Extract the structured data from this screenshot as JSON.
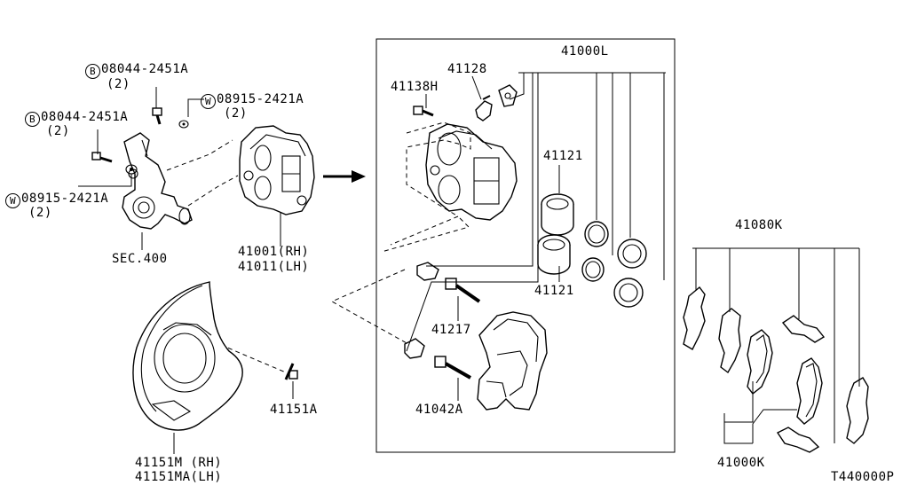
{
  "diagram": {
    "labels": {
      "bolt_top_code": "08044-2451A",
      "bolt_top_qty": "(2)",
      "washer_top_code": "08915-2421A",
      "washer_top_qty": "(2)",
      "bolt_mid_code": "08044-2451A",
      "bolt_mid_qty": "(2)",
      "washer_low_code": "08915-2421A",
      "washer_low_qty": "(2)",
      "knuckle_ref": "SEC.400",
      "caliper_rh": "41001(RH)",
      "caliper_lh": "41011(LH)",
      "bleeder_screw": "41128",
      "bleeder_cap": "41138H",
      "kit_top": "41000L",
      "piston_upper": "41121",
      "piston_lower": "41121",
      "pin_upper": "41217",
      "pin_lower": "41042A",
      "shield_bolt": "41151A",
      "shield_rh": "41151M (RH)",
      "shield_lh": "41151MA(LH)",
      "pad_kit": "41080K",
      "pad_set": "41000K",
      "drawing_id": "T440000P"
    },
    "markers": {
      "bolt_symbol": "B",
      "washer_symbol": "W"
    },
    "colors": {
      "ink": "#000000",
      "background": "#ffffff"
    }
  }
}
